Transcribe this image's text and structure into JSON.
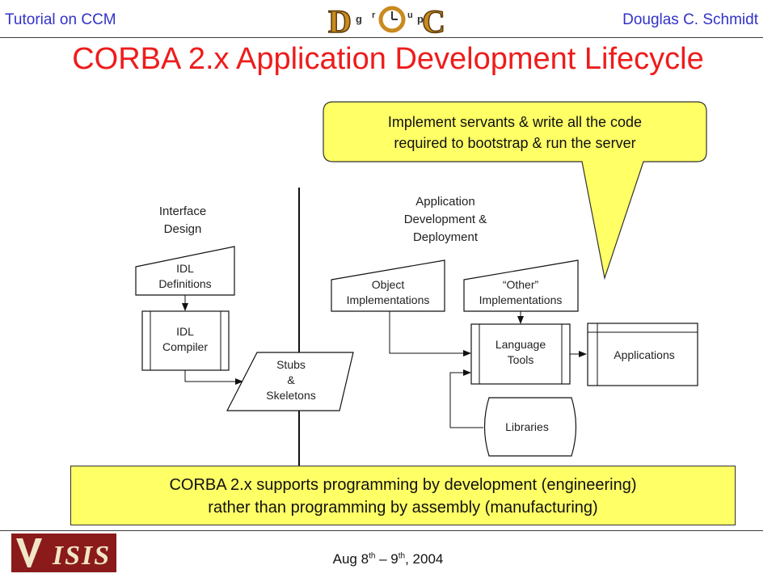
{
  "header": {
    "left_text": "Tutorial on CCM",
    "right_text": "Douglas C. Schmidt",
    "logo_letters": [
      "D",
      "g",
      "r",
      "u",
      "p",
      "C"
    ]
  },
  "slide": {
    "title": "CORBA 2.x Application Development Lifecycle"
  },
  "callout": {
    "line1": "Implement servants & write all the code",
    "line2": "required to bootstrap & run the server"
  },
  "diagram": {
    "phase_interface": [
      "Interface",
      "Design"
    ],
    "phase_application": [
      "Application",
      "Development &",
      "Deployment"
    ],
    "idl_definitions": [
      "IDL",
      "Definitions"
    ],
    "idl_compiler": [
      "IDL",
      "Compiler"
    ],
    "stubs_skeletons": [
      "Stubs",
      "&",
      "Skeletons"
    ],
    "object_implementations": [
      "Object",
      "Implementations"
    ],
    "other_implementations": [
      "“Other”",
      "Implementations"
    ],
    "language_tools": [
      "Language",
      "Tools"
    ],
    "applications": "Applications",
    "libraries": "Libraries"
  },
  "note": {
    "line1": "CORBA 2.x supports programming by development (engineering)",
    "line2": "rather than programming by assembly (manufacturing)"
  },
  "footer": {
    "date_prefix": "Aug 8",
    "date_sup1": "th",
    "date_mid": " – 9",
    "date_sup2": "th",
    "date_suffix": ", 2004",
    "logo_text": "ISIS"
  },
  "colors": {
    "header_blue": "#3232c8",
    "title_red": "#ee1c1c",
    "note_yellow": "#ffff66",
    "logo_maroon": "#8b1a1a"
  }
}
